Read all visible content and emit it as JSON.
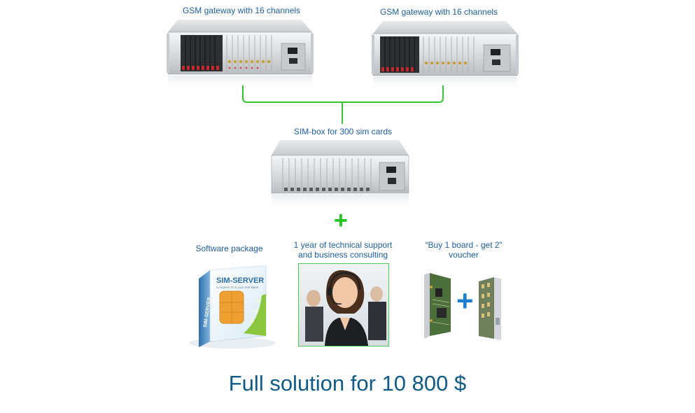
{
  "gateway_left": {
    "caption": "GSM gateway with 16 channels"
  },
  "gateway_right": {
    "caption": "GSM gateway with 16 channels"
  },
  "simbox": {
    "caption": "SIM-box for 300 sim cards"
  },
  "software": {
    "caption": "Software package",
    "box_text": "SIM-SERVER",
    "box_subtext": "Complete fit of your SIM-Bank",
    "spine_text": "SIM-SERVER"
  },
  "support": {
    "caption_line1": "1 year of technical support",
    "caption_line2": "and business consulting"
  },
  "voucher": {
    "caption_line1": "“Buy 1 board - get 2”",
    "caption_line2": "voucher"
  },
  "footer": {
    "text": "Full solution for 10 800 $"
  },
  "colors": {
    "caption": "#1e5fa0",
    "connector": "#35c435",
    "footer": "#0f5a86",
    "plus_blue": "#1e7fd0",
    "photo_border": "#55c955"
  },
  "icons": {
    "connector_plus": "plus-icon",
    "boards_plus": "plus-icon"
  }
}
